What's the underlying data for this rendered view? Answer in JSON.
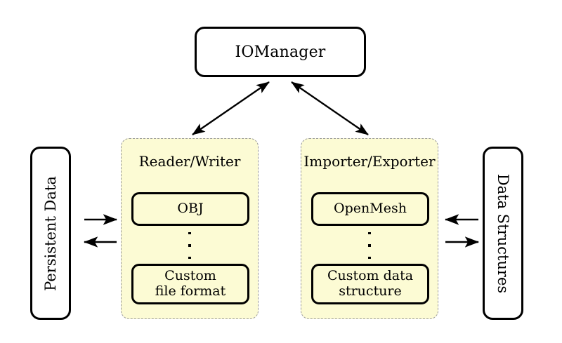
{
  "diagram": {
    "title_box": {
      "label": "IOManager"
    },
    "left_endpoint": {
      "label": "Persistent Data",
      "orientation": "rotated-ccw"
    },
    "right_endpoint": {
      "label": "Data Structures",
      "orientation": "rotated-cw"
    },
    "panels": [
      {
        "id": "reader-writer",
        "title": "Reader/Writer",
        "items": [
          {
            "label": "OBJ"
          },
          {
            "label": "Custom\nfile format",
            "line1": "Custom",
            "line2": "file format"
          }
        ],
        "ellipsis": "⋮"
      },
      {
        "id": "importer-exporter",
        "title": "Importer/Exporter",
        "items": [
          {
            "label": "OpenMesh"
          },
          {
            "label": "Custom data\nstructure",
            "line1": "Custom data",
            "line2": "structure"
          }
        ],
        "ellipsis": "⋮"
      }
    ],
    "connections": [
      {
        "id": "manager-to-reader-writer",
        "type": "double-arrow",
        "from": "IOManager",
        "to": "Reader/Writer"
      },
      {
        "id": "manager-to-importer-exporter",
        "type": "double-arrow",
        "from": "IOManager",
        "to": "Importer/Exporter"
      },
      {
        "id": "persistent-data-to-reader-writer",
        "type": "arrow",
        "from": "Persistent Data",
        "to": "Reader/Writer"
      },
      {
        "id": "reader-writer-to-persistent-data",
        "type": "arrow",
        "from": "Reader/Writer",
        "to": "Persistent Data"
      },
      {
        "id": "data-structures-to-importer-exporter",
        "type": "arrow",
        "from": "Data Structures",
        "to": "Importer/Exporter"
      },
      {
        "id": "importer-exporter-to-data-structures",
        "type": "arrow",
        "from": "Importer/Exporter",
        "to": "Data Structures"
      }
    ],
    "colors": {
      "panel_fill": "#fcfbd4",
      "panel_border": "#9a9a9a",
      "stroke": "#000000",
      "background": "#ffffff"
    }
  }
}
